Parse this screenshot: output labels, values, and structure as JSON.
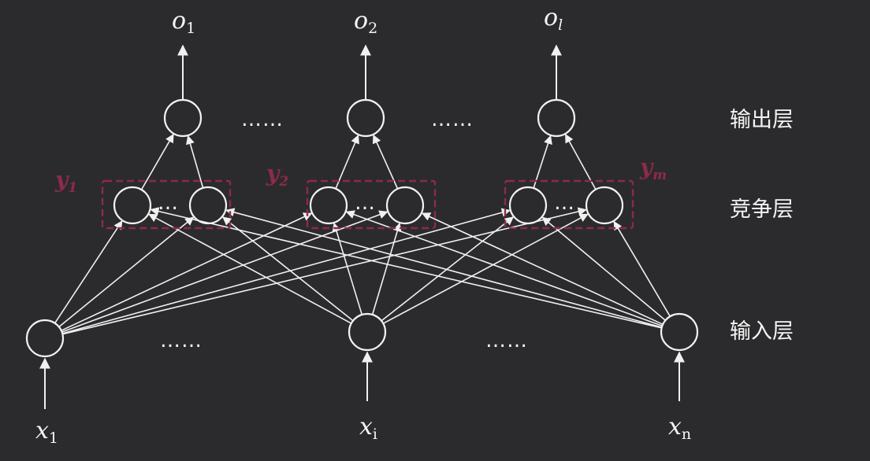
{
  "layers": {
    "output": "输出层",
    "competitive": "竞争层",
    "input": "输入层"
  },
  "inputs": [
    {
      "symbol": "x",
      "sub": "1"
    },
    {
      "symbol": "x",
      "sub": "i"
    },
    {
      "symbol": "x",
      "sub": "n"
    }
  ],
  "outputs": [
    {
      "symbol": "o",
      "sub": "1",
      "sub_italic": false
    },
    {
      "symbol": "o",
      "sub": "2",
      "sub_italic": false
    },
    {
      "symbol": "o",
      "sub": "l",
      "sub_italic": true
    }
  ],
  "groups": [
    {
      "symbol": "y",
      "sub": "1"
    },
    {
      "symbol": "y",
      "sub": "2"
    },
    {
      "symbol": "y",
      "sub": "m"
    }
  ],
  "ellipsis": {
    "output": "……",
    "competitive": "…",
    "input": "……"
  },
  "colors": {
    "background": "#2b2b2d",
    "line": "#f0f0f0",
    "group_accent": "#8e2a4a"
  }
}
